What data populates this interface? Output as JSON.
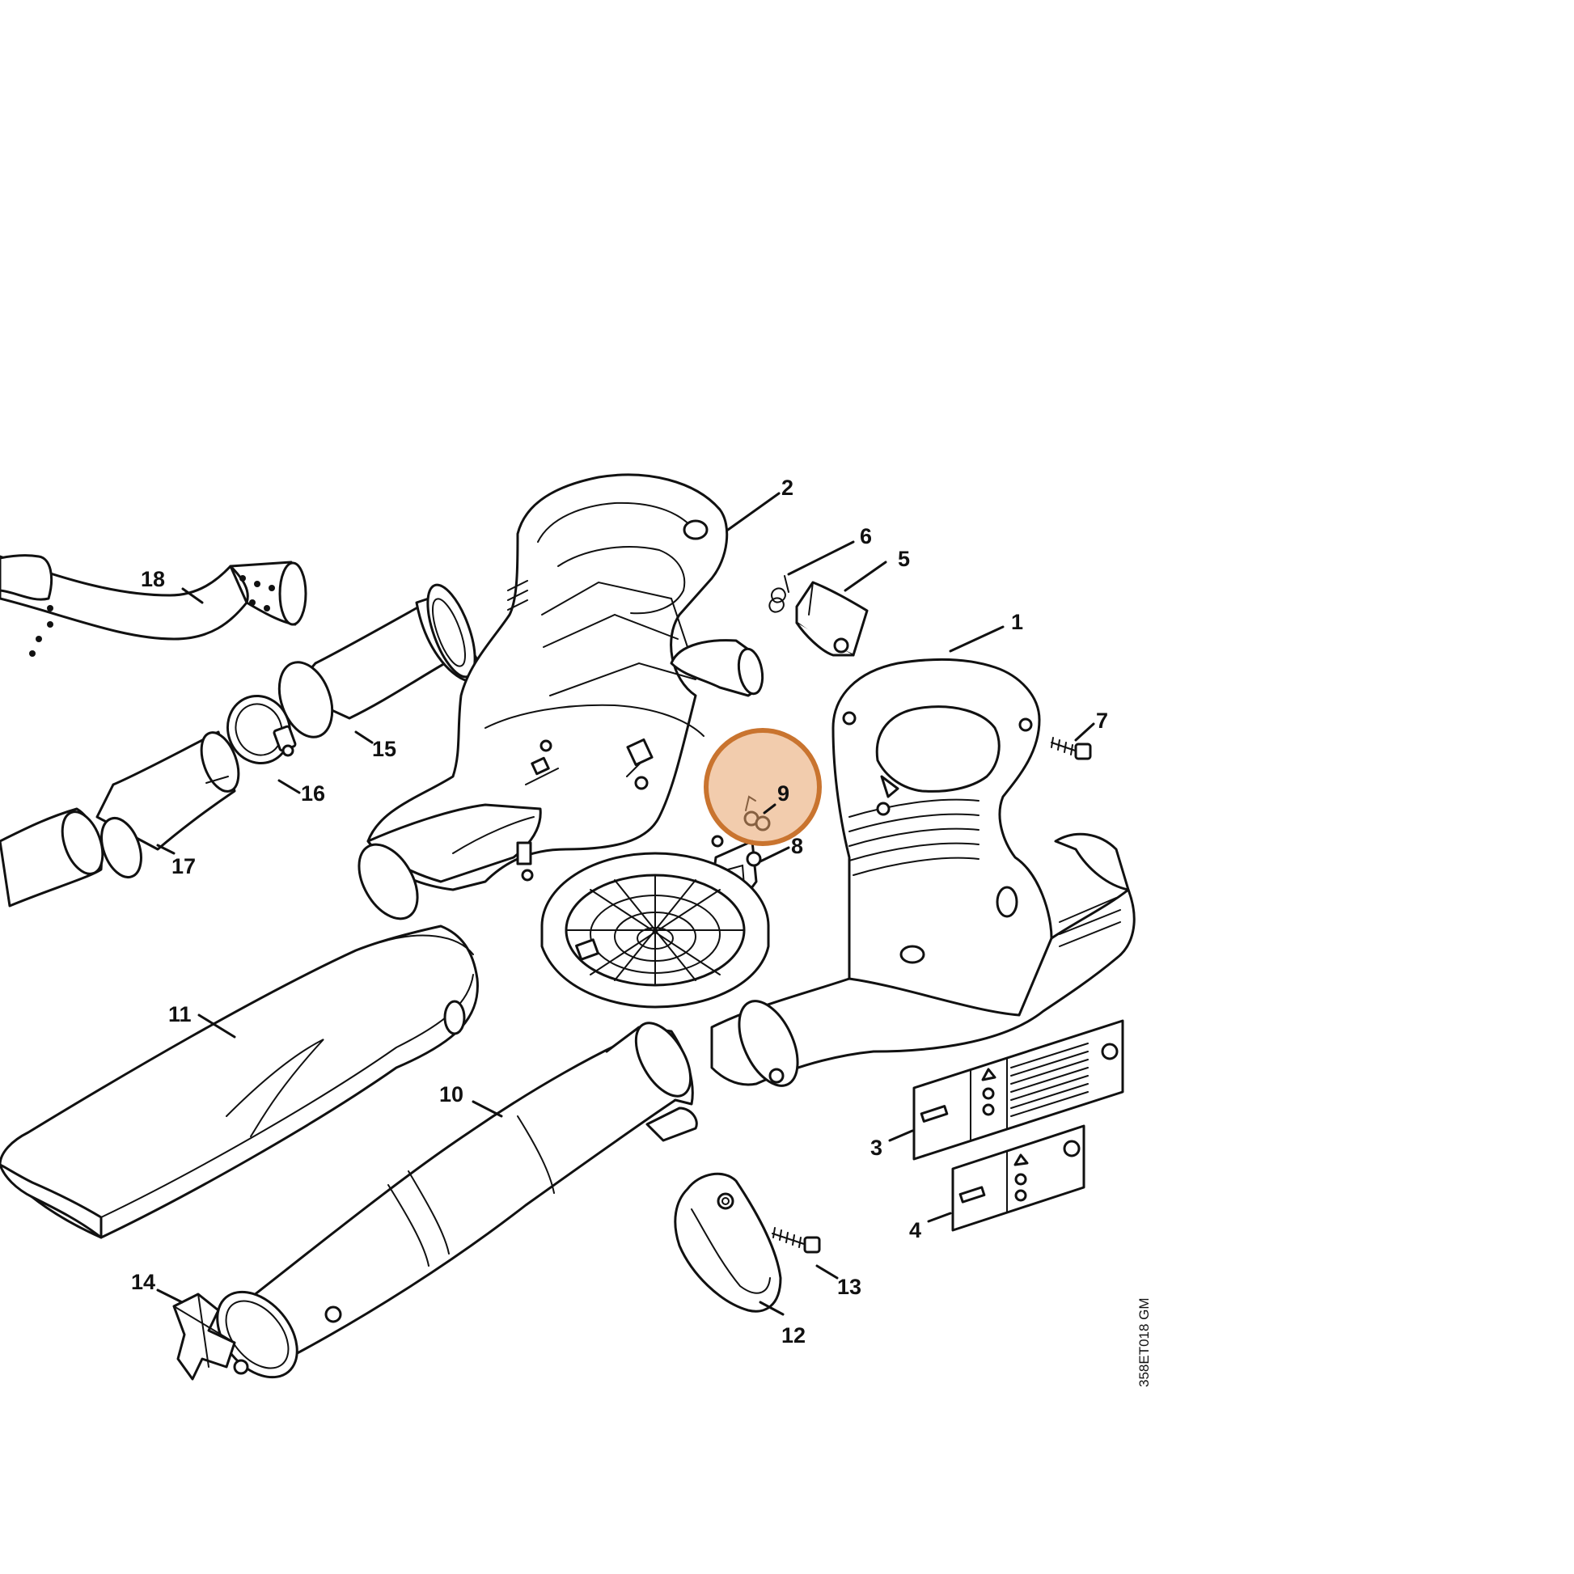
{
  "diagram": {
    "drawing_code": "358ET018 GM",
    "highlight_color": "#e8a26a",
    "highlight_stroke": "#c9742f",
    "highlighted_part": "9",
    "callouts": {
      "c1": "1",
      "c2": "2",
      "c3": "3",
      "c4": "4",
      "c5": "5",
      "c6": "6",
      "c7": "7",
      "c8": "8",
      "c9": "9",
      "c10": "10",
      "c11": "11",
      "c12": "12",
      "c13": "13",
      "c14": "14",
      "c15": "15",
      "c16": "16",
      "c17": "17",
      "c18": "18"
    }
  }
}
